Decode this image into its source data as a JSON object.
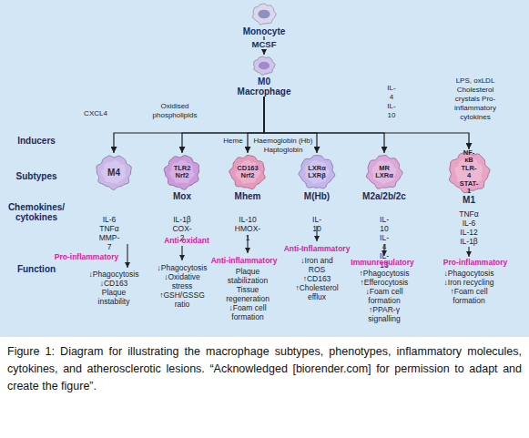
{
  "diagram": {
    "caption": "Figure 1: Diagram for illustrating the macrophage subtypes, phenotypes, inflammatory molecules, cytokines, and atherosclerotic lesions. “Acknowledged [biorender.com] for permission to adapt and create the figure”.",
    "nodes": [
      {
        "text": [
          "Monocyte"
        ]
      },
      {
        "text": [
          "M0",
          "Macrophage"
        ]
      },
      {
        "text": [
          "M4"
        ]
      },
      {
        "text": [
          "TLR2 Nrf2",
          "Mox"
        ]
      },
      {
        "text": [
          "CD163 Nrf2",
          "Mhem"
        ]
      },
      {
        "text": [
          "LXRα LXRβ",
          "M(Hb)"
        ]
      },
      {
        "text": [
          "MR LXRα",
          "M2a/2b/2c"
        ]
      },
      {
        "text": [
          "NF-κB TLR-4 STAT-1",
          "M1"
        ]
      }
    ],
    "edges": [
      {
        "from": 0,
        "to": 1,
        "arrow": "to",
        "label": "MCSF"
      },
      {
        "from": 1,
        "to": 2,
        "arrow": "to"
      },
      {
        "from": 1,
        "to": 3,
        "arrow": "to"
      },
      {
        "from": 1,
        "to": 4,
        "arrow": "to"
      },
      {
        "from": 1,
        "to": 5,
        "arrow": "to"
      },
      {
        "from": 1,
        "to": 6,
        "arrow": "to"
      },
      {
        "from": 1,
        "to": 7,
        "arrow": "to"
      }
    ],
    "labels": [
      "CXCL4",
      "Oxidised phospholipids",
      "IL-4 IL-10",
      "LPS, oxLDL Cholesterol crystals Pro-inflammatory cytokines",
      "Inducers",
      "Heme",
      "Haemoglobin (Hb)",
      "Haptoglobin",
      "Subtypes",
      "Chemokines/ cytokines",
      "IL-6 TNFα MMP-7",
      "IL-1β COX-2",
      "IL-10 HMOX-1",
      "IL-10",
      "IL-10 IL-4 IL-13",
      "TNFα IL-6 IL-12 IL-1β",
      "Pro-inflammatory",
      "Anti-oxidant",
      "Anti-inflammatory",
      "Anti-Inflammatory",
      "Immunregulatory",
      "Pro-inflammatory",
      "Function",
      "↓Phagocytosis ↓CD163 Plaque instability",
      "↓Phagocytosis ↓Oxidative stress ↑GSH/GSSG ratio",
      "Plaque stabilization Tissue regeneration ↓Foam cell formation",
      "↓Iron and ROS ↑CD163 ↑Cholesterol efflux",
      "↑Phagocytosis ↑Efferocytosis ↓Foam cell formation ↑PPAR-γ signalling",
      "↓Phagocytosis ↓Iron recycling ↑Foam cell formation"
    ]
  }
}
